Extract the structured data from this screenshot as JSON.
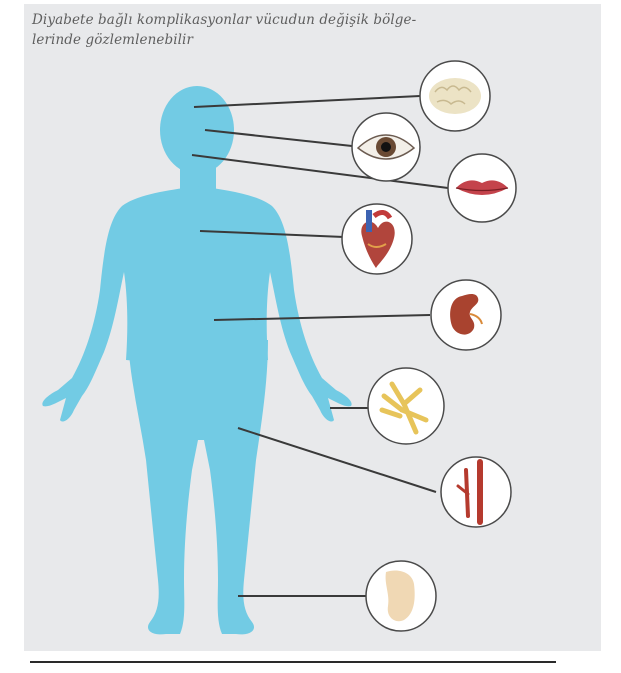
{
  "caption": {
    "line1": "Diyabete bağlı komplikasyonlar vücudun değişik bölge-",
    "line2": "lerinde gözlemlenebilir"
  },
  "organs": [
    {
      "name": "brain",
      "icon": "brain-icon"
    },
    {
      "name": "eye",
      "icon": "eye-icon"
    },
    {
      "name": "mouth",
      "icon": "lips-icon"
    },
    {
      "name": "heart",
      "icon": "heart-icon"
    },
    {
      "name": "kidney",
      "icon": "kidney-icon"
    },
    {
      "name": "nerves",
      "icon": "nerve-hand-icon"
    },
    {
      "name": "blood-vessels",
      "icon": "blood-vessel-icon"
    },
    {
      "name": "foot-skin",
      "icon": "foot-icon"
    }
  ],
  "colors": {
    "body": "#72cbe4",
    "panel": "#e8e9eb",
    "leader": "#3a3a3a"
  }
}
